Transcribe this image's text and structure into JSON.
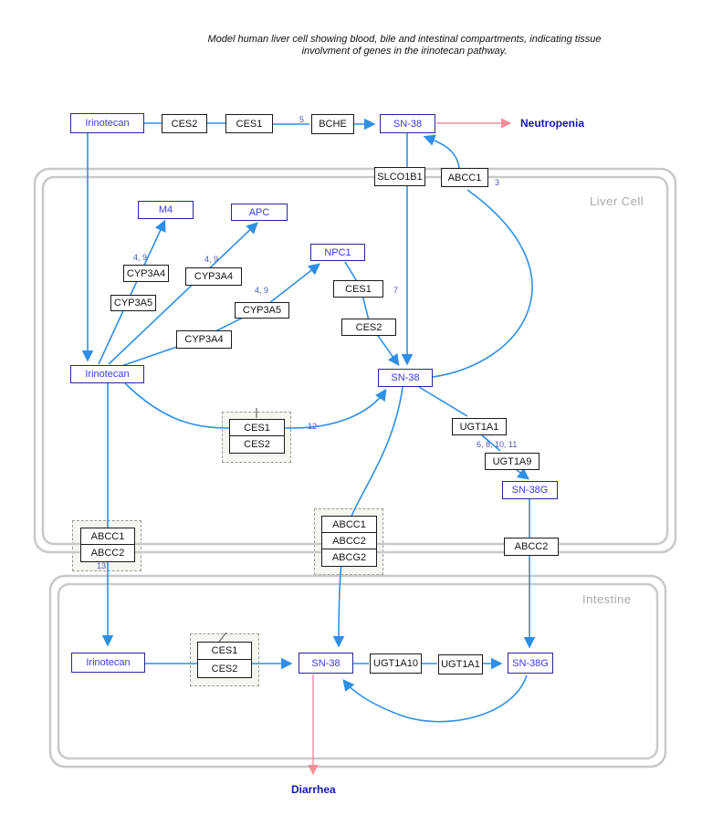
{
  "title": {
    "line1": "Model human liver cell showing blood, bile and intestinal compartments, indicating tissue",
    "line2": "involvment of genes in the irinotecan pathway."
  },
  "compartments": {
    "liver": "Liver Cell",
    "intestine": "Intestine"
  },
  "outcomes": {
    "neutropenia": "Neutropenia",
    "diarrhea": "Diarrhea"
  },
  "labels": {
    "irinotecan": "Irinotecan",
    "ces1": "CES1",
    "ces2": "CES2",
    "bche": "BCHE",
    "sn38": "SN-38",
    "sn38g": "SN-38G",
    "slco1b1": "SLCO1B1",
    "abcc1": "ABCC1",
    "abcc2": "ABCC2",
    "abcg2": "ABCG2",
    "m4": "M4",
    "apc": "APC",
    "npc1": "NPC1",
    "cyp3a4": "CYP3A4",
    "cyp3a5": "CYP3A5",
    "ugt1a1": "UGT1A1",
    "ugt1a9": "UGT1A9",
    "ugt1a10": "UGT1A10"
  },
  "edge_labels": {
    "bche_step": "5",
    "abcc1_efflux": "3",
    "slco1b1_uptake": "7",
    "cyp_m4": "4, 9",
    "cyp_apc": "4, 9",
    "cyp_npc": "4, 9",
    "ces_liver": "12",
    "abcc_intestine": "13",
    "ugt_conjugation": "6, 8, 10, 11"
  },
  "colors": {
    "edge_blue": "#2e8fe8",
    "edge_pink": "#ef8f9a",
    "metabolite_border": "#26269c",
    "metabolite_text": "#3a3ae0",
    "enzyme_border": "#1a1a1a",
    "membrane": "#c9c9c9",
    "compartment_label": "#a9a9a9",
    "outcome_text": "#1515b5",
    "edge_label_text": "#4a55b5"
  }
}
